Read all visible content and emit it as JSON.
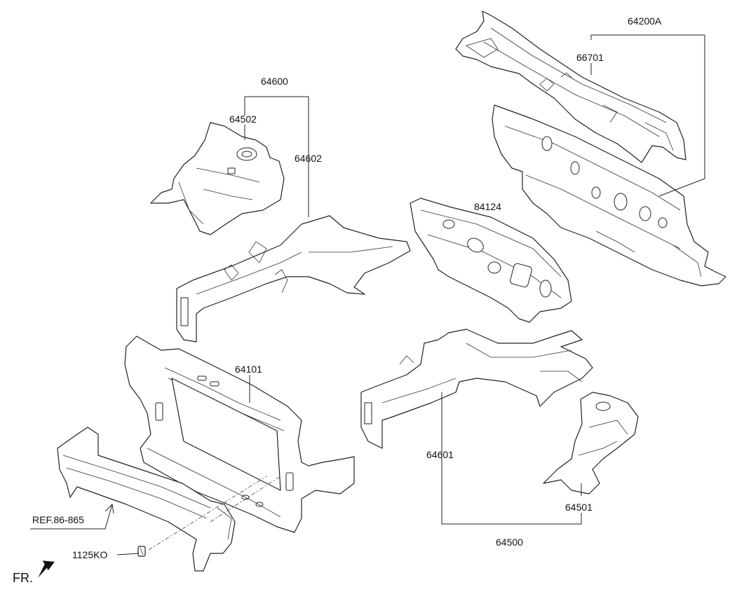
{
  "callouts": {
    "c64200A": "64200A",
    "c66701": "66701",
    "c64600": "64600",
    "c64502": "64502",
    "c64602": "64602",
    "c84124": "84124",
    "c64101": "64101",
    "c64601": "64601",
    "c64501": "64501",
    "c64500": "64500",
    "cref": "REF.86-865",
    "c1125KO": "1125KO",
    "cfr": "FR."
  },
  "icons": {
    "front_arrow": "front-direction-arrow-icon"
  }
}
